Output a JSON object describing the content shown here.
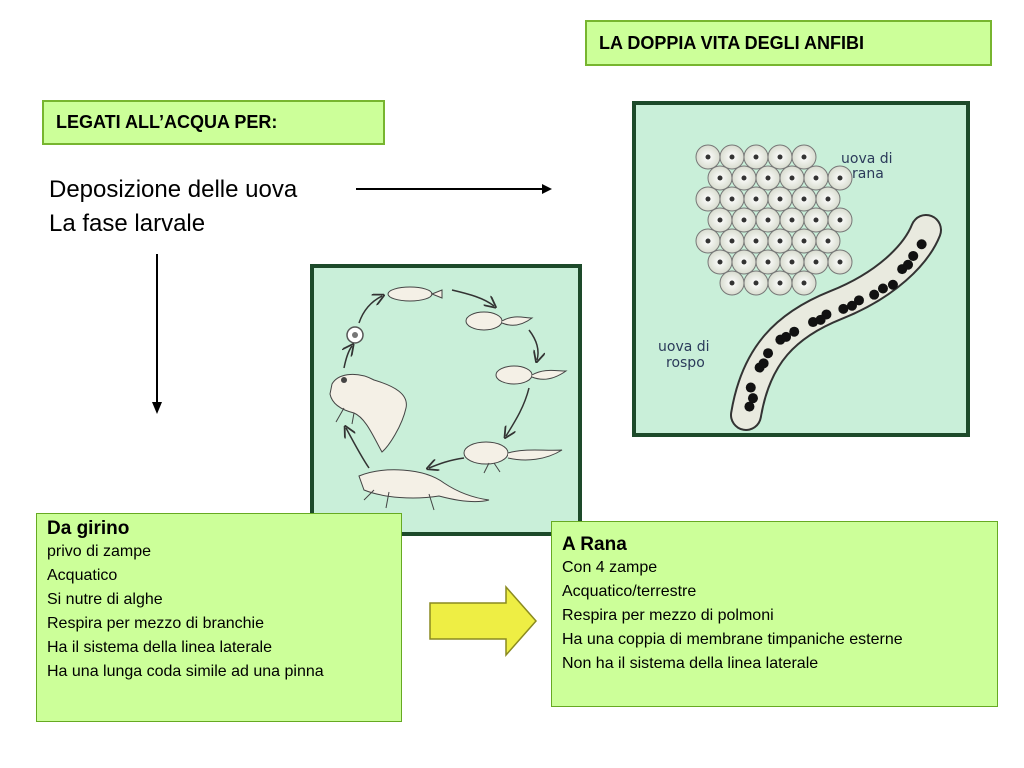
{
  "header": {
    "title": "LA DOPPIA VITA DEGLI ANFIBI",
    "subtitle": "LEGATI ALL’ACQUA PER:"
  },
  "list": {
    "line1": "Deposizione delle uova",
    "line2": "La fase larvale"
  },
  "eggs_image": {
    "label_frog": "uova di\nrana",
    "label_toad": "uova di\nrospo"
  },
  "tadpole_box": {
    "title": "Da girino",
    "lines": [
      "privo di zampe",
      "Acquatico",
      "Si nutre di alghe",
      "Respira per mezzo di branchie",
      "Ha il sistema della linea laterale",
      "Ha una lunga coda simile ad una pinna"
    ]
  },
  "frog_box": {
    "title": "A Rana",
    "lines": [
      "Con 4 zampe",
      "Acquatico/terrestre",
      "Respira per mezzo di polmoni",
      "Ha una coppia di membrane timpaniche esterne",
      "Non ha il sistema della linea laterale"
    ]
  },
  "colors": {
    "box_fill": "#ccff99",
    "box_border": "#77b52f",
    "panel_border": "#1d4a2a",
    "panel_fill": "#c9efd9",
    "big_arrow": "#eeee44"
  }
}
